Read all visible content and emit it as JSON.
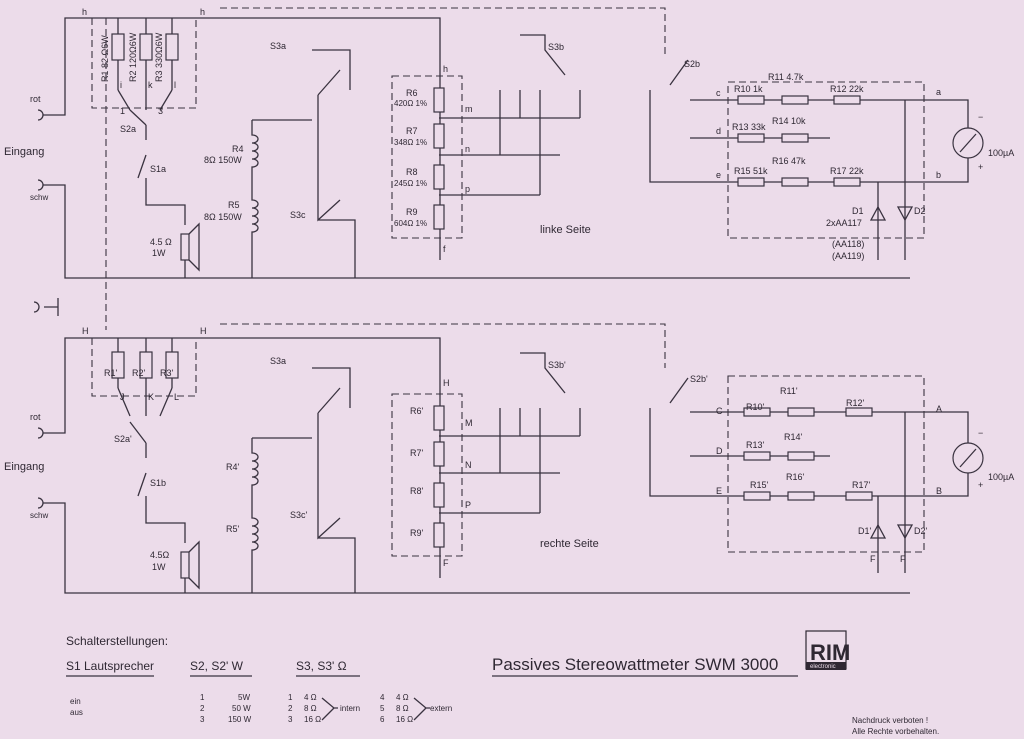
{
  "left": {
    "input_red": "rot",
    "input_label": "Eingang",
    "input_black": "schw",
    "node_h_left": "h",
    "node_h_right": "h",
    "r1": "R1 82 Ω6W",
    "r2": "R2 120Ω6W",
    "r3": "R3 330Ω6W",
    "node_i": "i",
    "node_k": "k",
    "node_l": "l",
    "s2": "S2a",
    "s1": "S1a",
    "r4": "R4",
    "r4_val": "8Ω 150W",
    "r5": "R5",
    "r5_val": "8Ω 150W",
    "speaker": "4.5 Ω",
    "speaker_w": "1W",
    "s3a": "S3a",
    "s3b": "S3b",
    "s3c": "S3c",
    "r6": "R6",
    "r6_val": "420Ω 1%",
    "r7": "R7",
    "r7_val": "348Ω 1%",
    "r8": "R8",
    "r8_val": "245Ω 1%",
    "r9": "R9",
    "r9_val": "604Ω 1%",
    "node_m": "m",
    "node_n": "n",
    "node_p": "p",
    "node_f": "f",
    "side": "linke Seite",
    "s2b": "S2b",
    "r10": "R10 1k",
    "r11": "R11 4.7k",
    "r12": "R12 22k",
    "r13": "R13 33k",
    "r14": "R14 10k",
    "r15": "R15 51k",
    "r16": "R16 47k",
    "r17": "R17 22k",
    "node_c": "c",
    "node_d": "d",
    "node_e": "e",
    "node_a": "a",
    "node_b": "b",
    "d1": "D1",
    "d1_val": "2xAA117",
    "d2": "D2",
    "d_alt1": "(AA118)",
    "d_alt2": "(AA119)",
    "meter": "100µA"
  },
  "right": {
    "input_red": "rot",
    "input_label": "Eingang",
    "input_black": "schw",
    "node_h_left": "H",
    "node_h_right": "H",
    "r1": "R1'",
    "r2": "R2'",
    "r3": "R3'",
    "node_i": "J",
    "node_k": "K",
    "node_l": "L",
    "s2": "S2a'",
    "s1": "S1b",
    "r4": "R4'",
    "r5": "R5'",
    "speaker": "4.5Ω",
    "speaker_w": "1W",
    "s3a": "S3a",
    "s3b": "S3b'",
    "s3c": "S3c'",
    "r6": "R6'",
    "r7": "R7'",
    "r8": "R8'",
    "r9": "R9'",
    "node_m": "M",
    "node_n": "N",
    "node_p": "P",
    "node_f": "F",
    "side": "rechte Seite",
    "s2b": "S2b'",
    "r10": "R10'",
    "r11": "R11'",
    "r12": "R12'",
    "r13": "R13'",
    "r14": "R14'",
    "r15": "R15'",
    "r16": "R16'",
    "r17": "R17'",
    "node_c": "C",
    "node_d": "D",
    "node_e": "E",
    "node_a": "A",
    "node_b": "B",
    "d1": "D1'",
    "d2": "D2'",
    "meter": "100µA"
  },
  "sw_numbers": [
    "1",
    "2",
    "3",
    "4",
    "5",
    "6"
  ],
  "meter_minus": "−",
  "meter_plus": "+",
  "legend": {
    "heading": "Schalterstellungen:",
    "s1_head": "S1 Lautsprecher",
    "s2_head": "S2, S2' W",
    "s3_head": "S3, S3' Ω",
    "s1_rows": [
      "ein",
      "aus"
    ],
    "s2_nums": [
      "1",
      "2",
      "3"
    ],
    "s2_vals": [
      "5W",
      "50 W",
      "150 W"
    ],
    "s3_nums_a": [
      "1",
      "2",
      "3"
    ],
    "s3_vals_a": [
      "4 Ω",
      "8 Ω",
      "16 Ω"
    ],
    "s3_intern": "intern",
    "s3_nums_b": [
      "4",
      "5",
      "6"
    ],
    "s3_vals_b": [
      "4 Ω",
      "8 Ω",
      "16 Ω"
    ],
    "s3_extern": "extern"
  },
  "title": "Passives Stereowattmeter SWM 3000",
  "logo": {
    "letters": "RIM",
    "sub": "electronic"
  },
  "footer": [
    "Nachdruck verboten !",
    "Alle Rechte vorbehalten."
  ]
}
